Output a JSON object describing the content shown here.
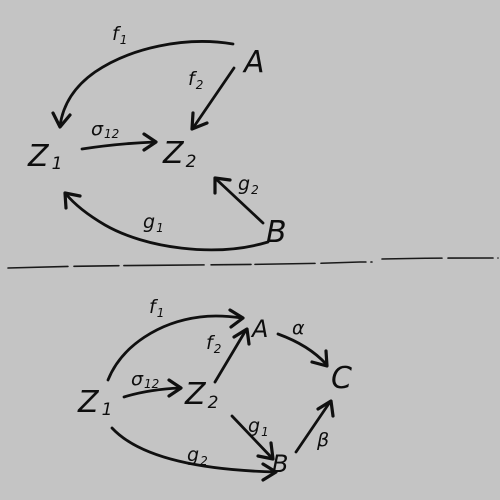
{
  "top_diagram": {
    "nodes": {
      "z1": {
        "main": "Z",
        "sub": "1"
      },
      "z2": {
        "main": "Z",
        "sub": "2"
      },
      "a": {
        "main": "A"
      },
      "b": {
        "main": "B"
      }
    },
    "edges": {
      "f1": {
        "main": "f",
        "sub": "1"
      },
      "f2": {
        "main": "f",
        "sub": "2"
      },
      "sigma12": {
        "main": "σ",
        "sub": "12"
      },
      "g1": {
        "main": "g",
        "sub": "1"
      },
      "g2": {
        "main": "g",
        "sub": "2"
      }
    }
  },
  "bottom_diagram": {
    "nodes": {
      "z1": {
        "main": "Z",
        "sub": "1"
      },
      "z2": {
        "main": "Z",
        "sub": "2"
      },
      "a": {
        "main": "A"
      },
      "b": {
        "main": "B"
      },
      "c": {
        "main": "C"
      }
    },
    "edges": {
      "f1": {
        "main": "f",
        "sub": "1"
      },
      "f2": {
        "main": "f",
        "sub": "2"
      },
      "sigma12": {
        "main": "σ",
        "sub": "12"
      },
      "g1": {
        "main": "g",
        "sub": "1"
      },
      "g2": {
        "main": "g",
        "sub": "2"
      },
      "alpha": {
        "main": "α"
      },
      "beta": {
        "main": "β"
      }
    }
  }
}
